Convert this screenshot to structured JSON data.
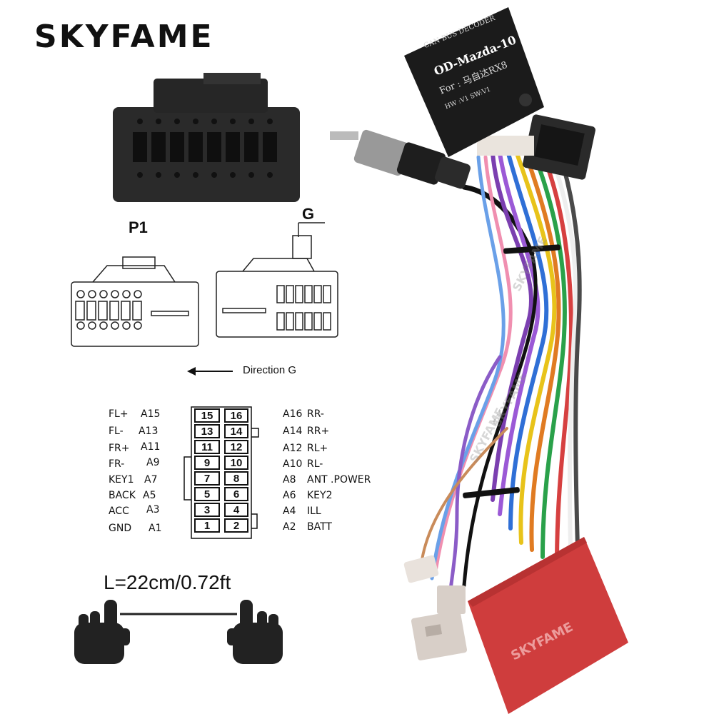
{
  "brand": "SKYFAME",
  "connector_labels": {
    "p1": "P1",
    "g": "G"
  },
  "direction_text": "Direction G",
  "length_text": "L=22cm/0.72ft",
  "decoder": {
    "line1": "CAN  BUS  DECODER",
    "line2": "OD-Mazda-10",
    "line3": "For : 马自达RX8",
    "line4": "HW :V1  SW:V1"
  },
  "watermarks": [
    "SKYFAME",
    "SKYFAME",
    "SKYFAME",
    "SKYFAME"
  ],
  "pinout": [
    {
      "left_func": "FL+",
      "left_id": "A15",
      "left_num": "15",
      "right_num": "16",
      "right_id": "A16",
      "right_func": "RR-"
    },
    {
      "left_func": "FL-",
      "left_id": "A13",
      "left_num": "13",
      "right_num": "14",
      "right_id": "A14",
      "right_func": "RR+"
    },
    {
      "left_func": "FR+",
      "left_id": "A11",
      "left_num": "11",
      "right_num": "12",
      "right_id": "A12",
      "right_func": "RL+"
    },
    {
      "left_func": "FR-",
      "left_id": "A9",
      "left_num": "9",
      "right_num": "10",
      "right_id": "A10",
      "right_func": "RL-"
    },
    {
      "left_func": "KEY1",
      "left_id": "A7",
      "left_num": "7",
      "right_num": "8",
      "right_id": "A8",
      "right_func": "ANT .POWER"
    },
    {
      "left_func": "BACK",
      "left_id": "A5",
      "left_num": "5",
      "right_num": "6",
      "right_id": "A6",
      "right_func": "KEY2"
    },
    {
      "left_func": "ACC",
      "left_id": "A3",
      "left_num": "3",
      "right_num": "4",
      "right_id": "A4",
      "right_func": "ILL"
    },
    {
      "left_func": "GND",
      "left_id": "A1",
      "left_num": "1",
      "right_num": "2",
      "right_id": "A2",
      "right_func": "BATT"
    }
  ],
  "colors": {
    "decoder_box": "#1b1b1b",
    "red_box": "#cf3d3d",
    "connector_black": "#2a2a2a",
    "plug_grey": "#d8cfc8"
  }
}
